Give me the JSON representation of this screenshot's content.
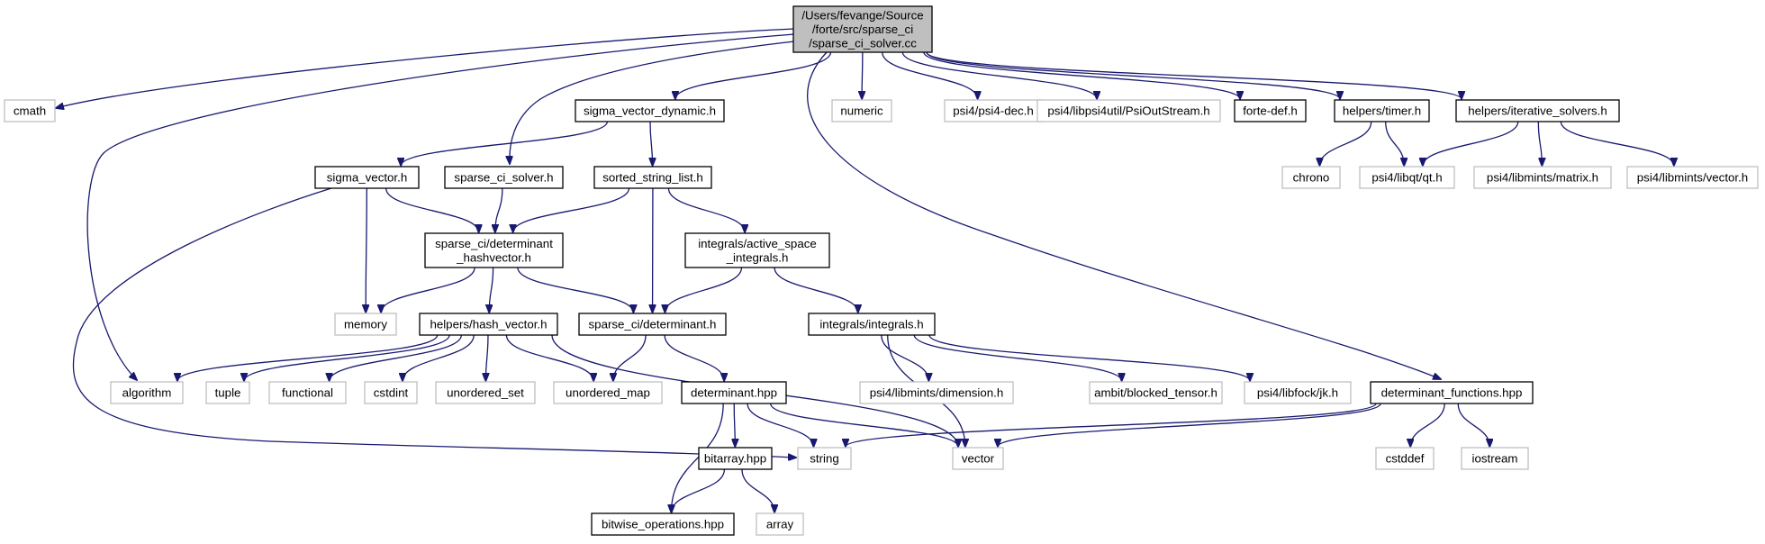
{
  "diagram": {
    "type": "include-dependency-graph",
    "colors": {
      "edge": "#191970",
      "root_fill": "#bfbfbf",
      "project_border": "#000000",
      "external_border": "#bfbfbf",
      "external_text": "#7f7f7f",
      "text": "#000000"
    },
    "nodes": [
      {
        "id": "root",
        "lines": [
          "/Users/fevange/Source",
          "/forte/src/sparse_ci",
          "/sparse_ci_solver.cc"
        ],
        "kind": "root"
      },
      {
        "id": "cmath",
        "lines": [
          "cmath"
        ],
        "kind": "external"
      },
      {
        "id": "algorithm",
        "lines": [
          "algorithm"
        ],
        "kind": "external"
      },
      {
        "id": "sigma_vector_dynamic",
        "lines": [
          "sigma_vector_dynamic.h"
        ],
        "kind": "project"
      },
      {
        "id": "numeric",
        "lines": [
          "numeric"
        ],
        "kind": "external"
      },
      {
        "id": "psi4_dec",
        "lines": [
          "psi4/psi4-dec.h"
        ],
        "kind": "external"
      },
      {
        "id": "psioutstream",
        "lines": [
          "psi4/libpsi4util/PsiOutStream.h"
        ],
        "kind": "external"
      },
      {
        "id": "forte_def",
        "lines": [
          "forte-def.h"
        ],
        "kind": "project"
      },
      {
        "id": "timer",
        "lines": [
          "helpers/timer.h"
        ],
        "kind": "project"
      },
      {
        "id": "iterative_solvers",
        "lines": [
          "helpers/iterative_solvers.h"
        ],
        "kind": "project"
      },
      {
        "id": "sigma_vector",
        "lines": [
          "sigma_vector.h"
        ],
        "kind": "project"
      },
      {
        "id": "sparse_ci_solver_h",
        "lines": [
          "sparse_ci_solver.h"
        ],
        "kind": "project"
      },
      {
        "id": "sorted_string_list",
        "lines": [
          "sorted_string_list.h"
        ],
        "kind": "project"
      },
      {
        "id": "chrono",
        "lines": [
          "chrono"
        ],
        "kind": "external"
      },
      {
        "id": "qt",
        "lines": [
          "psi4/libqt/qt.h"
        ],
        "kind": "external"
      },
      {
        "id": "matrix",
        "lines": [
          "psi4/libmints/matrix.h"
        ],
        "kind": "external"
      },
      {
        "id": "vector_h",
        "lines": [
          "psi4/libmints/vector.h"
        ],
        "kind": "external"
      },
      {
        "id": "det_hashvector",
        "lines": [
          "sparse_ci/determinant",
          "_hashvector.h"
        ],
        "kind": "project"
      },
      {
        "id": "active_space_integrals",
        "lines": [
          "integrals/active_space",
          "_integrals.h"
        ],
        "kind": "project"
      },
      {
        "id": "memory",
        "lines": [
          "memory"
        ],
        "kind": "external"
      },
      {
        "id": "hash_vector",
        "lines": [
          "helpers/hash_vector.h"
        ],
        "kind": "project"
      },
      {
        "id": "determinant_h",
        "lines": [
          "sparse_ci/determinant.h"
        ],
        "kind": "project"
      },
      {
        "id": "integrals_h",
        "lines": [
          "integrals/integrals.h"
        ],
        "kind": "project"
      },
      {
        "id": "tuple",
        "lines": [
          "tuple"
        ],
        "kind": "external"
      },
      {
        "id": "functional",
        "lines": [
          "functional"
        ],
        "kind": "external"
      },
      {
        "id": "cstdint",
        "lines": [
          "cstdint"
        ],
        "kind": "external"
      },
      {
        "id": "unordered_set",
        "lines": [
          "unordered_set"
        ],
        "kind": "external"
      },
      {
        "id": "unordered_map",
        "lines": [
          "unordered_map"
        ],
        "kind": "external"
      },
      {
        "id": "determinant_hpp",
        "lines": [
          "determinant.hpp"
        ],
        "kind": "project"
      },
      {
        "id": "dimension",
        "lines": [
          "psi4/libmints/dimension.h"
        ],
        "kind": "external"
      },
      {
        "id": "blocked_tensor",
        "lines": [
          "ambit/blocked_tensor.h"
        ],
        "kind": "external"
      },
      {
        "id": "jk",
        "lines": [
          "psi4/libfock/jk.h"
        ],
        "kind": "external"
      },
      {
        "id": "determinant_functions",
        "lines": [
          "determinant_functions.hpp"
        ],
        "kind": "project"
      },
      {
        "id": "string",
        "lines": [
          "string"
        ],
        "kind": "external"
      },
      {
        "id": "vector",
        "lines": [
          "vector"
        ],
        "kind": "external"
      },
      {
        "id": "cstddef",
        "lines": [
          "cstddef"
        ],
        "kind": "external"
      },
      {
        "id": "iostream",
        "lines": [
          "iostream"
        ],
        "kind": "external"
      },
      {
        "id": "bitarray",
        "lines": [
          "bitarray.hpp"
        ],
        "kind": "project"
      },
      {
        "id": "array",
        "lines": [
          "array"
        ],
        "kind": "external"
      },
      {
        "id": "bitwise_operations",
        "lines": [
          "bitwise_operations.hpp"
        ],
        "kind": "project"
      }
    ],
    "edges": [
      {
        "from": "root",
        "to": "cmath"
      },
      {
        "from": "root",
        "to": "algorithm"
      },
      {
        "from": "root",
        "to": "sigma_vector_dynamic"
      },
      {
        "from": "root",
        "to": "sparse_ci_solver_h"
      },
      {
        "from": "root",
        "to": "numeric"
      },
      {
        "from": "root",
        "to": "psi4_dec"
      },
      {
        "from": "root",
        "to": "psioutstream"
      },
      {
        "from": "root",
        "to": "forte_def"
      },
      {
        "from": "root",
        "to": "timer"
      },
      {
        "from": "root",
        "to": "iterative_solvers"
      },
      {
        "from": "root",
        "to": "determinant_functions"
      },
      {
        "from": "sigma_vector_dynamic",
        "to": "sigma_vector"
      },
      {
        "from": "sigma_vector_dynamic",
        "to": "sorted_string_list"
      },
      {
        "from": "timer",
        "to": "chrono"
      },
      {
        "from": "timer",
        "to": "qt"
      },
      {
        "from": "iterative_solvers",
        "to": "qt"
      },
      {
        "from": "iterative_solvers",
        "to": "matrix"
      },
      {
        "from": "iterative_solvers",
        "to": "vector_h"
      },
      {
        "from": "sigma_vector",
        "to": "det_hashvector"
      },
      {
        "from": "sigma_vector",
        "to": "memory"
      },
      {
        "from": "sigma_vector",
        "to": "string"
      },
      {
        "from": "sparse_ci_solver_h",
        "to": "det_hashvector"
      },
      {
        "from": "sorted_string_list",
        "to": "det_hashvector"
      },
      {
        "from": "sorted_string_list",
        "to": "determinant_h"
      },
      {
        "from": "sorted_string_list",
        "to": "active_space_integrals"
      },
      {
        "from": "det_hashvector",
        "to": "memory"
      },
      {
        "from": "det_hashvector",
        "to": "hash_vector"
      },
      {
        "from": "det_hashvector",
        "to": "determinant_h"
      },
      {
        "from": "active_space_integrals",
        "to": "determinant_h"
      },
      {
        "from": "active_space_integrals",
        "to": "integrals_h"
      },
      {
        "from": "hash_vector",
        "to": "algorithm"
      },
      {
        "from": "hash_vector",
        "to": "tuple"
      },
      {
        "from": "hash_vector",
        "to": "functional"
      },
      {
        "from": "hash_vector",
        "to": "cstdint"
      },
      {
        "from": "hash_vector",
        "to": "unordered_set"
      },
      {
        "from": "hash_vector",
        "to": "unordered_map"
      },
      {
        "from": "hash_vector",
        "to": "vector"
      },
      {
        "from": "determinant_h",
        "to": "unordered_map"
      },
      {
        "from": "determinant_h",
        "to": "determinant_hpp"
      },
      {
        "from": "integrals_h",
        "to": "dimension"
      },
      {
        "from": "integrals_h",
        "to": "blocked_tensor"
      },
      {
        "from": "integrals_h",
        "to": "jk"
      },
      {
        "from": "integrals_h",
        "to": "vector"
      },
      {
        "from": "determinant_hpp",
        "to": "string"
      },
      {
        "from": "determinant_hpp",
        "to": "vector"
      },
      {
        "from": "determinant_hpp",
        "to": "bitarray"
      },
      {
        "from": "determinant_hpp",
        "to": "bitwise_operations"
      },
      {
        "from": "determinant_functions",
        "to": "string"
      },
      {
        "from": "determinant_functions",
        "to": "vector"
      },
      {
        "from": "determinant_functions",
        "to": "cstddef"
      },
      {
        "from": "determinant_functions",
        "to": "iostream"
      },
      {
        "from": "bitarray",
        "to": "bitwise_operations"
      },
      {
        "from": "bitarray",
        "to": "array"
      }
    ]
  }
}
